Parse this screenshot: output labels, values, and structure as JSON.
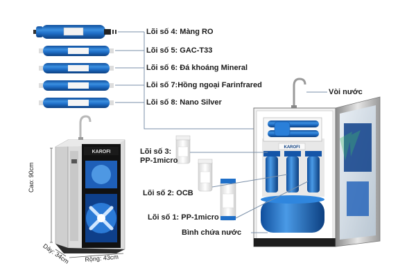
{
  "labels": {
    "core4": "Lõi số 4: Màng RO",
    "core5": "Lõi số 5: GAC-T33",
    "core6": "Lõi số 6: Đá khoáng Mineral",
    "core7": "Lõi số 7:Hồng ngoại Farinfrared",
    "core8": "Lõi số 8: Nano Silver",
    "faucet": "Vòi nước",
    "core3_line1": "Lõi số 3:",
    "core3_line2": "PP-1micro",
    "core2": "Lõi số 2: OCB",
    "core1": "Lõi số 1: PP-1micro",
    "tank": "Bình chứa nước"
  },
  "dimensions": {
    "height": "Cao: 90cm",
    "depth": "Dày: 34cm",
    "width": "Rộng: 43cm"
  },
  "brand": "KAROFI",
  "colors": {
    "filter_blue": "#1f6fc8",
    "cabinet_grey": "#d9d9d9",
    "cabinet_dark": "#1c1c1c",
    "line": "#7a8fa8"
  }
}
